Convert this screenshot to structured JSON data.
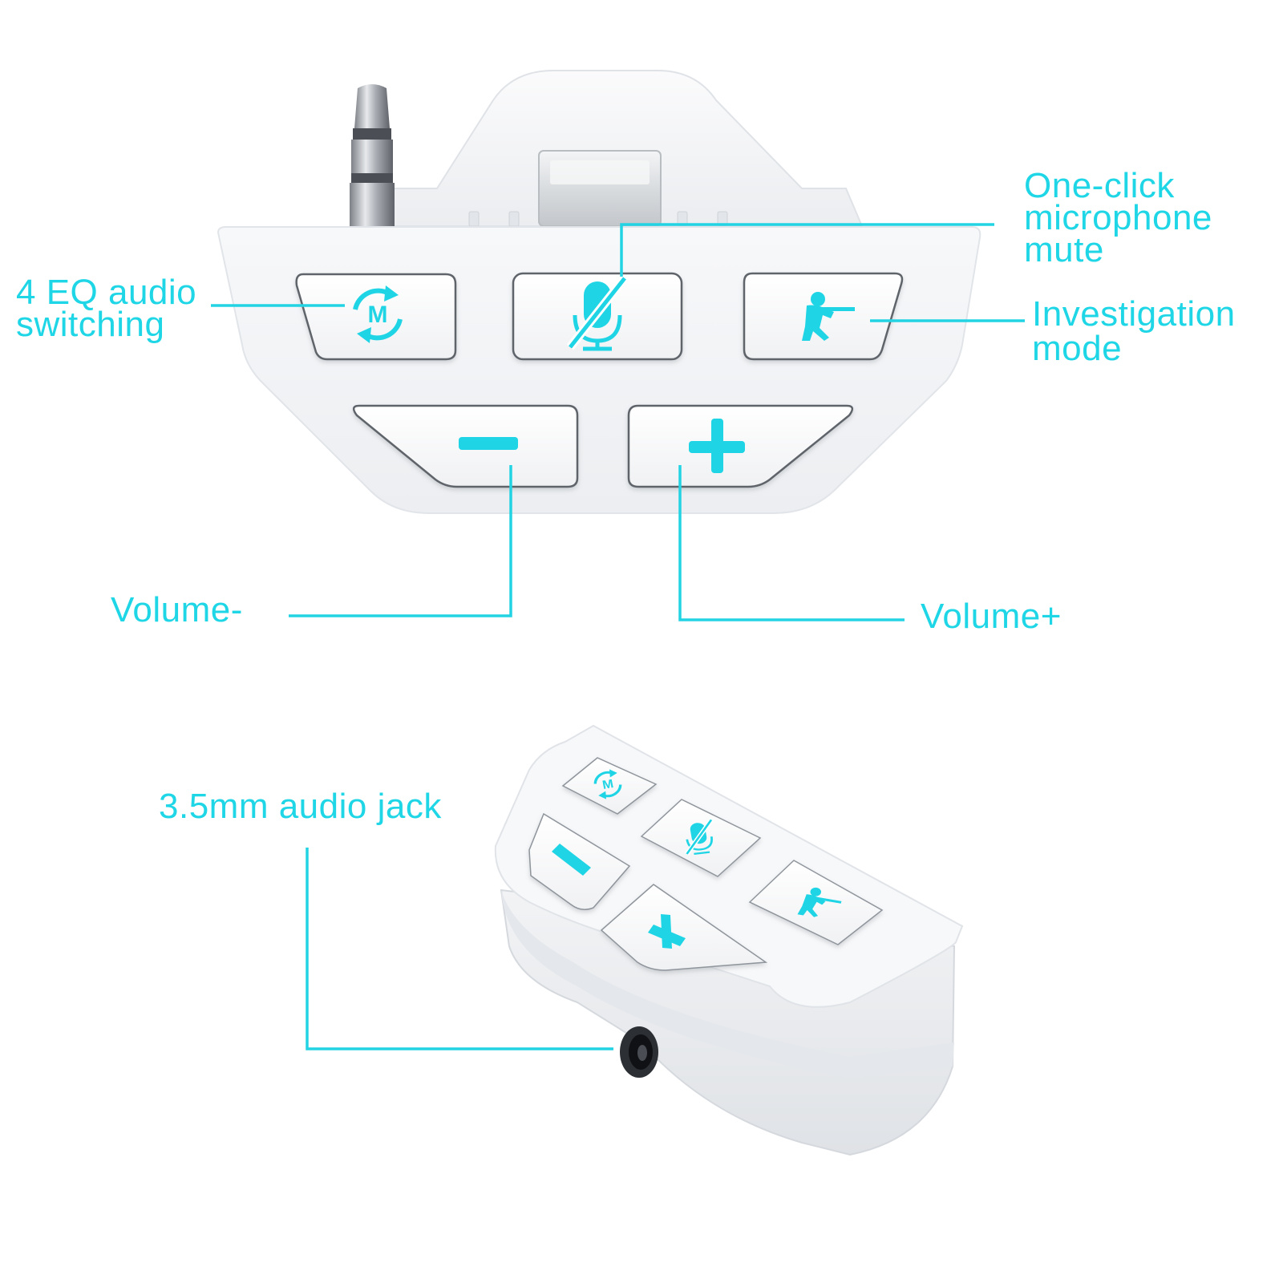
{
  "colors": {
    "accent": "#1ed6e6",
    "device": "#f4f5f7",
    "button": "#fdfdfd"
  },
  "labels": {
    "eq": "4 EQ audio\nswitching",
    "mic_mute": "One-click\nmicrophone\nmute",
    "investigation": "Investigation\nmode",
    "volume_minus": "Volume-",
    "volume_plus": "Volume+",
    "audio_jack": "3.5mm audio jack"
  },
  "icons": {
    "eq_button": "m-cycle-icon",
    "mic_button": "microphone-muted-icon",
    "investigation_button": "soldier-sniper-icon",
    "volume_minus_button": "minus-icon",
    "volume_plus_button": "plus-icon",
    "eq_button_glyph": "M"
  }
}
